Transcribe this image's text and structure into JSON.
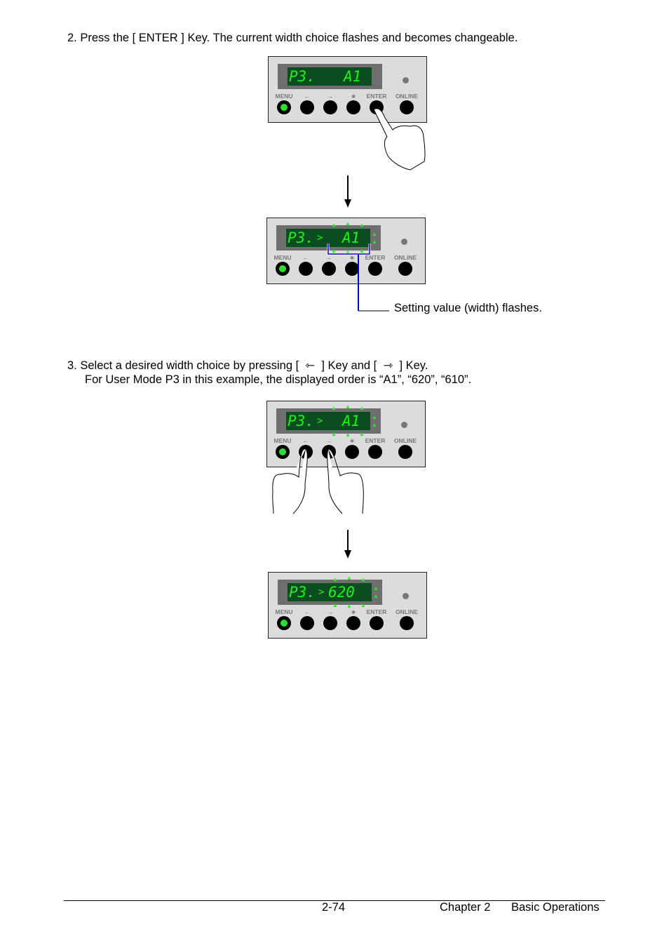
{
  "step2": {
    "text": "2.  Press the [ ENTER ] Key. The current width choice flashes and becomes changeable."
  },
  "callout": "Setting value (width) flashes.",
  "step3": {
    "line1_a": "3.  Select a desired width choice by pressing [",
    "line1_b": "] Key and [",
    "line1_c": "] Key.",
    "line2": "For User Mode P3 in this example, the displayed order is “A1”, “620”, “610”."
  },
  "panel": {
    "labels": [
      "MENU",
      "←",
      "→",
      "∗",
      "ENTER",
      "ONLINE"
    ]
  },
  "displays": [
    {
      "mode": "P3.",
      "sep": "",
      "value": "A1"
    },
    {
      "mode": "P3.",
      "sep": ">",
      "value": "A1"
    },
    {
      "mode": "P3.",
      "sep": ">",
      "value": "A1"
    },
    {
      "mode": "P3.",
      "sep": ">",
      "value": "620"
    }
  ],
  "footer": {
    "page": "2-74",
    "chapter": "Chapter 2",
    "section": "Basic Operations"
  }
}
